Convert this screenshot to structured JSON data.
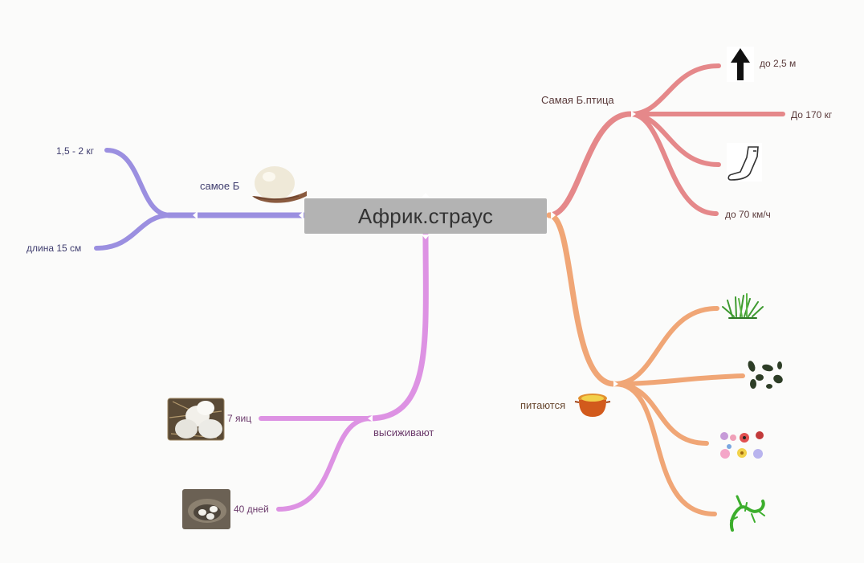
{
  "central_topic": "Африк.страус",
  "branches": {
    "size": {
      "label": "Самая Б.птица",
      "color": "#e5888a",
      "items": [
        {
          "label": "до 2,5 м",
          "icon": "up-arrow-icon"
        },
        {
          "label": "До 170 кг"
        },
        {
          "label": "",
          "icon": "leg-icon"
        },
        {
          "label": "до 70 км/ч"
        }
      ]
    },
    "egg": {
      "label": "самое Б",
      "icon": "egg-in-hand-image",
      "color": "#9b8fe0",
      "items": [
        {
          "label": "1,5 - 2 кг"
        },
        {
          "label": "длина 15 см"
        }
      ]
    },
    "hatching": {
      "label": "высиживают",
      "color": "#dd92e3",
      "items": [
        {
          "label": "7 яиц",
          "icon": "eggs-in-nest-photo"
        },
        {
          "label": "40 дней",
          "icon": "nest-photo"
        }
      ]
    },
    "food": {
      "label": "питаются",
      "icon": "cooking-pot-icon",
      "color": "#f0a676",
      "items": [
        {
          "label": "",
          "icon": "grass-icon"
        },
        {
          "label": "",
          "icon": "leaves-icon"
        },
        {
          "label": "",
          "icon": "flowers-insects-icon"
        },
        {
          "label": "",
          "icon": "lizard-icon"
        }
      ]
    }
  }
}
